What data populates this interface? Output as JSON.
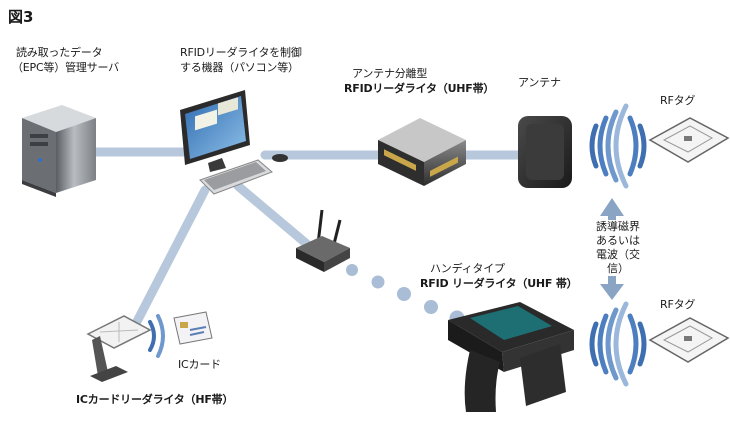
{
  "figure": {
    "title": "図3"
  },
  "labels": {
    "server_line1": "読み取ったデータ",
    "server_line2": "（EPC等）管理サーバ",
    "pc_line1": "RFIDリーダライタを制御",
    "pc_line2": "する機器（パソコン等）",
    "uhf_reader_line1": "アンテナ分離型",
    "uhf_reader_line2": "RFIDリーダライタ（UHF帯）",
    "antenna": "アンテナ",
    "rf_tag_top": "RFタグ",
    "handy_line1": "ハンディタイプ",
    "handy_line2": "RFID リーダライタ（UHF 帯）",
    "rf_tag_bottom": "RFタグ",
    "ic_card": "ICカード",
    "ic_reader": "ICカードリーダライタ（HF帯）",
    "comm_line1": "誘導磁界",
    "comm_line2": "あるいは",
    "comm_line3": "電波（交信）"
  },
  "colors": {
    "connection": "#b7c8dc",
    "wave_blue": "#3f6fb0",
    "wave_light": "#9bb8dc",
    "dots": "#a9bdd6",
    "arrow": "#8aa4c4"
  }
}
